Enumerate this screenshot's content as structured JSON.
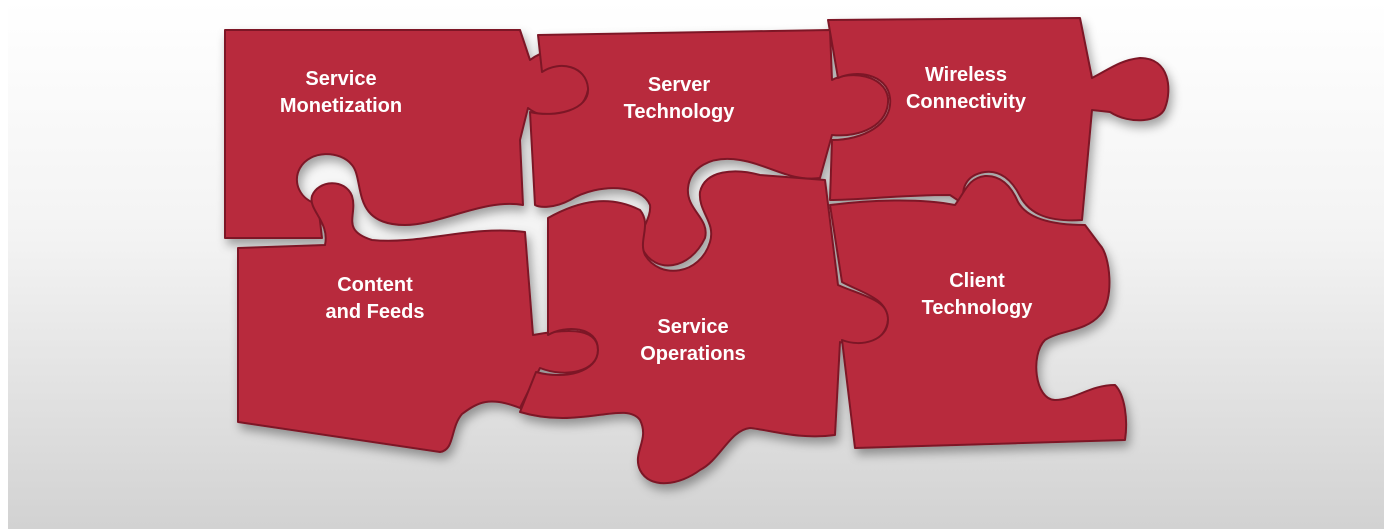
{
  "colors": {
    "piece_fill": "#b82a3d",
    "piece_edge": "#7d1826",
    "background_top": "#ffffff",
    "background_bottom": "#d2d2d2",
    "label_text": "#ffffff"
  },
  "pieces": [
    {
      "id": "service-monetization",
      "line1": "Service",
      "line2": "Monetization"
    },
    {
      "id": "server-technology",
      "line1": "Server",
      "line2": "Technology"
    },
    {
      "id": "wireless-connectivity",
      "line1": "Wireless",
      "line2": "Connectivity"
    },
    {
      "id": "content-and-feeds",
      "line1": "Content",
      "line2": "and Feeds"
    },
    {
      "id": "service-operations",
      "line1": "Service",
      "line2": "Operations"
    },
    {
      "id": "client-technology",
      "line1": "Client",
      "line2": "Technology"
    }
  ]
}
